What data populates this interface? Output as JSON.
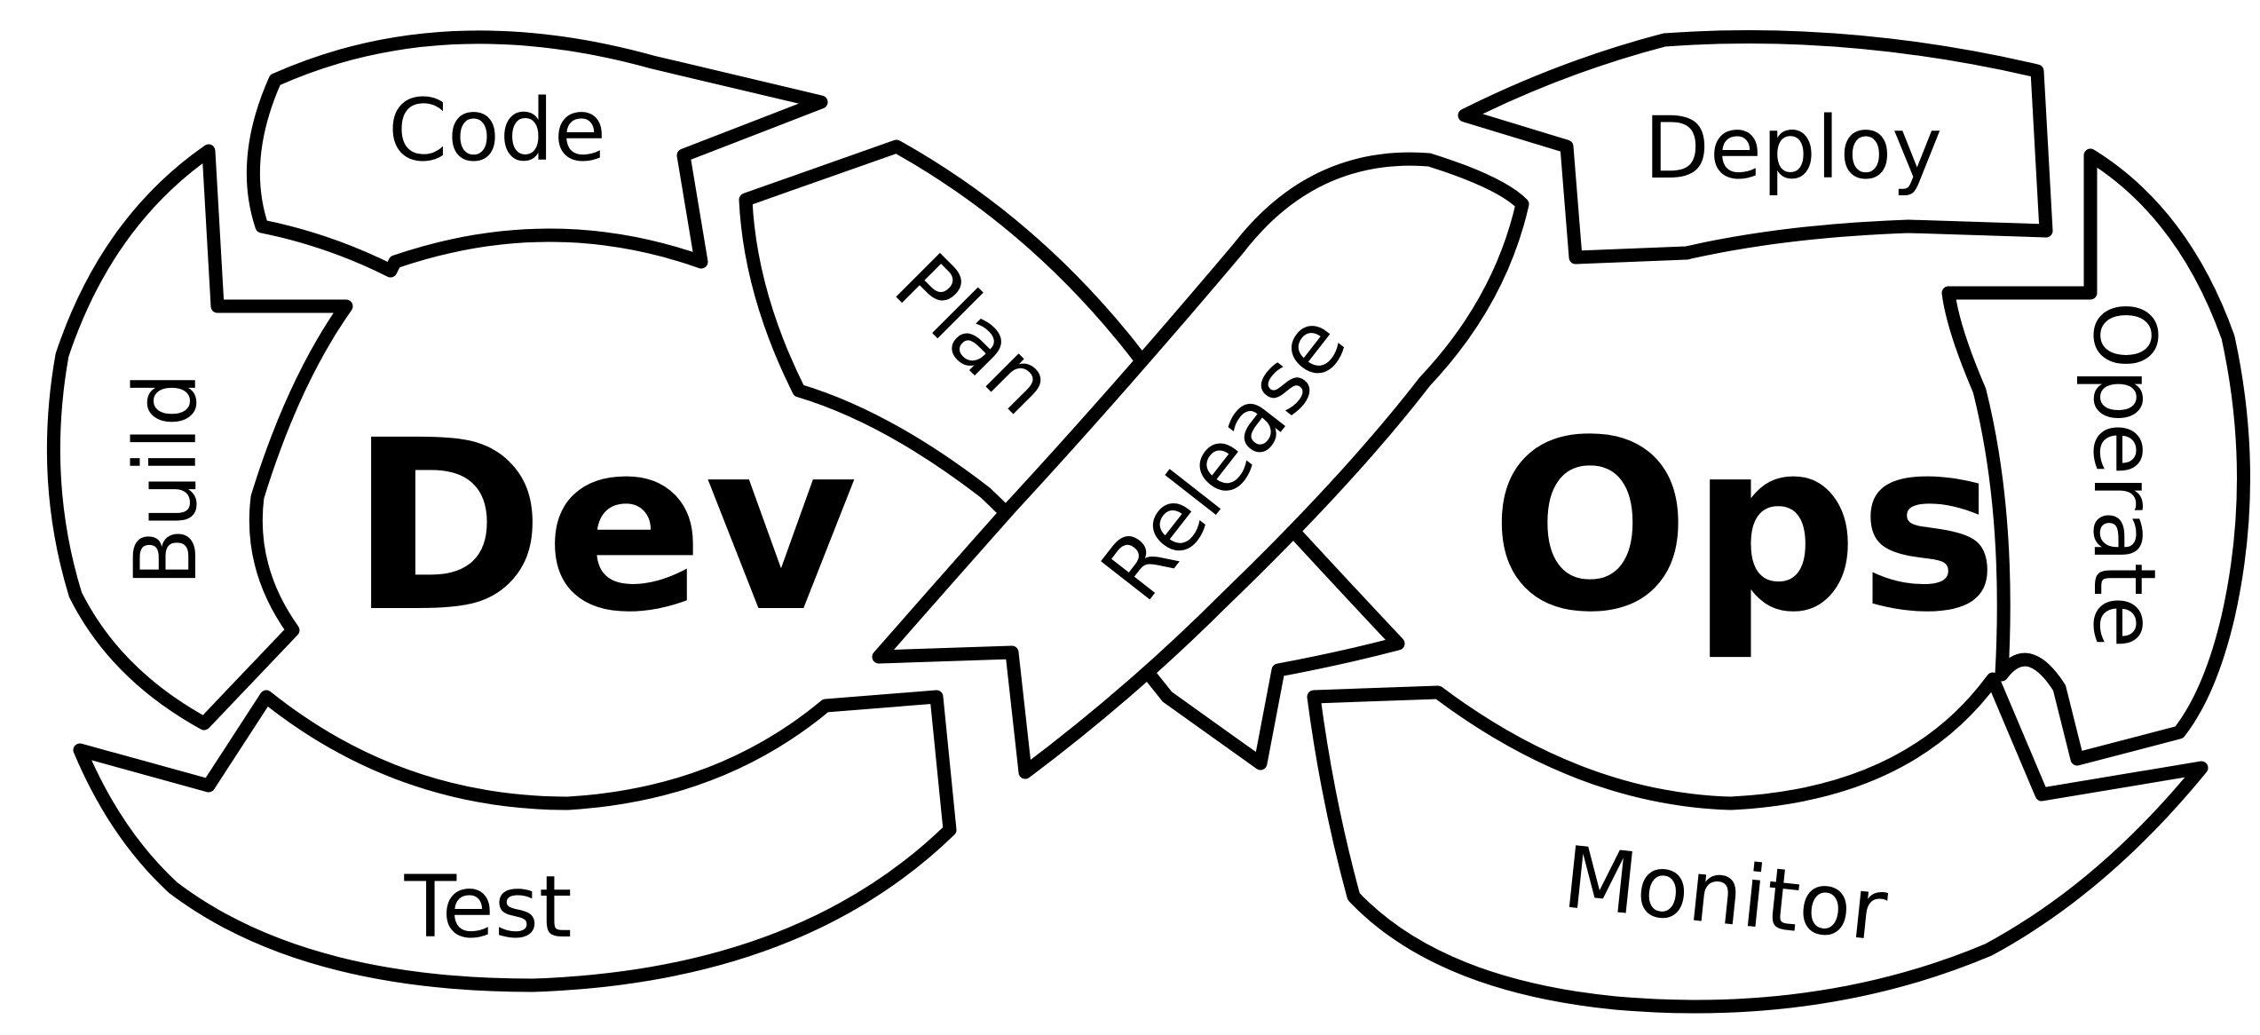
{
  "diagram": {
    "hubs": {
      "dev": "Dev",
      "ops": "Ops"
    },
    "stages": {
      "plan": "Plan",
      "code": "Code",
      "build": "Build",
      "test": "Test",
      "release": "Release",
      "deploy": "Deploy",
      "operate": "Operate",
      "monitor": "Monitor"
    },
    "colors": {
      "stroke": "#000000",
      "fill": "#ffffff",
      "background": "#ffffff"
    }
  }
}
